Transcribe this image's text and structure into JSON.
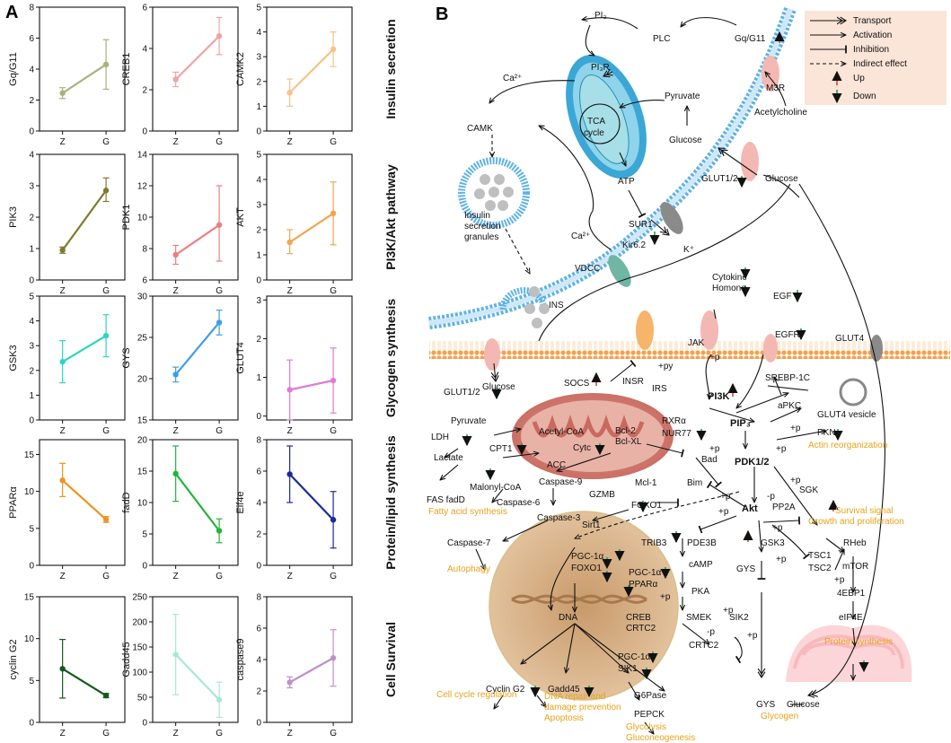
{
  "panel_a": {
    "letter": "A",
    "rows": [
      {
        "title": "Insulin secretion",
        "plots": [
          {
            "gene": "Gq/G11",
            "yticks": [
              "0",
              "2",
              "4",
              "6",
              "8"
            ],
            "ymin": 0,
            "ymax": 8,
            "z": {
              "m": 2.45,
              "lo": 2.1,
              "hi": 2.8
            },
            "g": {
              "m": 4.3,
              "lo": 2.7,
              "hi": 5.9
            },
            "color": "#aab17b"
          },
          {
            "gene": "CREB1",
            "yticks": [
              "0",
              "2",
              "4",
              "6"
            ],
            "ymin": 0,
            "ymax": 6,
            "z": {
              "m": 2.5,
              "lo": 2.15,
              "hi": 2.85
            },
            "g": {
              "m": 4.6,
              "lo": 3.7,
              "hi": 5.5
            },
            "color": "#f0a4a4"
          },
          {
            "gene": "CAMK2",
            "yticks": [
              "0",
              "1",
              "2",
              "3",
              "4",
              "5"
            ],
            "ymin": 0,
            "ymax": 5,
            "z": {
              "m": 1.55,
              "lo": 1.0,
              "hi": 2.1
            },
            "g": {
              "m": 3.3,
              "lo": 2.6,
              "hi": 4.0
            },
            "color": "#f5c38a"
          }
        ]
      },
      {
        "title": "PI3K/Akt pathway",
        "plots": [
          {
            "gene": "PIK3",
            "yticks": [
              "0",
              "1",
              "2",
              "3",
              "4"
            ],
            "ymin": 0,
            "ymax": 4,
            "z": {
              "m": 0.95,
              "lo": 0.85,
              "hi": 1.05
            },
            "g": {
              "m": 2.85,
              "lo": 2.5,
              "hi": 3.25
            },
            "color": "#7f7a2e"
          },
          {
            "gene": "PDK1",
            "yticks": [
              "6",
              "8",
              "10",
              "12",
              "14"
            ],
            "ymin": 6,
            "ymax": 14,
            "z": {
              "m": 7.6,
              "lo": 7.0,
              "hi": 8.2
            },
            "g": {
              "m": 9.5,
              "lo": 7.2,
              "hi": 12.0
            },
            "color": "#ec7f7f"
          },
          {
            "gene": "AKT",
            "yticks": [
              "0",
              "1",
              "2",
              "3",
              "4",
              "5"
            ],
            "ymin": 0,
            "ymax": 5,
            "z": {
              "m": 1.5,
              "lo": 1.05,
              "hi": 2.0
            },
            "g": {
              "m": 2.65,
              "lo": 1.4,
              "hi": 3.9
            },
            "color": "#f0a64f"
          }
        ]
      },
      {
        "title": "Glycogen synthesis",
        "plots": [
          {
            "gene": "GSK3",
            "yticks": [
              "0",
              "1",
              "2",
              "3",
              "4",
              "5"
            ],
            "ymin": 0,
            "ymax": 5,
            "z": {
              "m": 2.35,
              "lo": 1.5,
              "hi": 3.2
            },
            "g": {
              "m": 3.4,
              "lo": 2.55,
              "hi": 4.25
            },
            "color": "#2bd6bf"
          },
          {
            "gene": "GYS",
            "yticks": [
              "15",
              "20",
              "25",
              "30"
            ],
            "ymin": 15,
            "ymax": 30,
            "z": {
              "m": 20.5,
              "lo": 19.6,
              "hi": 21.4
            },
            "g": {
              "m": 26.8,
              "lo": 25.3,
              "hi": 28.3
            },
            "color": "#3f9ee0"
          },
          {
            "gene": "GLUT4",
            "yticks": [
              "0",
              "1",
              "2",
              "3"
            ],
            "ymin": -0.1,
            "ymax": 3.1,
            "z": {
              "m": 0.68,
              "lo": -0.1,
              "hi": 1.45
            },
            "g": {
              "m": 0.92,
              "lo": 0.08,
              "hi": 1.76
            },
            "color": "#e07bd4"
          }
        ]
      },
      {
        "title": "Protein/lipid synthesis",
        "plots": [
          {
            "gene": "PPARα",
            "yticks": [
              "0",
              "5",
              "10",
              "15"
            ],
            "ymin": 0,
            "ymax": 17,
            "z": {
              "m": 11.5,
              "lo": 9.3,
              "hi": 13.8
            },
            "g": {
              "m": 6.2,
              "lo": 5.8,
              "hi": 6.6
            },
            "color": "#f0921f"
          },
          {
            "gene": "fadD",
            "yticks": [
              "0",
              "5",
              "10",
              "15",
              "20"
            ],
            "ymin": 0,
            "ymax": 20,
            "z": {
              "m": 14.6,
              "lo": 10.2,
              "hi": 19.0
            },
            "g": {
              "m": 5.5,
              "lo": 3.6,
              "hi": 7.4
            },
            "color": "#22b53a"
          },
          {
            "gene": "Eif4e",
            "yticks": [
              "0",
              "2",
              "4",
              "6",
              "8"
            ],
            "ymin": 0,
            "ymax": 8,
            "z": {
              "m": 5.8,
              "lo": 4.0,
              "hi": 7.6
            },
            "g": {
              "m": 2.9,
              "lo": 1.1,
              "hi": 4.7
            },
            "color": "#1a2a9b"
          }
        ]
      },
      {
        "title": "Cell Survival",
        "plots": [
          {
            "gene": "cyclin G2",
            "yticks": [
              "0",
              "5",
              "10",
              "15"
            ],
            "ymin": 0,
            "ymax": 15,
            "z": {
              "m": 6.4,
              "lo": 2.9,
              "hi": 9.9
            },
            "g": {
              "m": 3.2,
              "lo": 2.95,
              "hi": 3.45
            },
            "color": "#145a1c"
          },
          {
            "gene": "Gadd45",
            "yticks": [
              "0",
              "50",
              "100",
              "150",
              "200",
              "250"
            ],
            "ymin": 0,
            "ymax": 250,
            "z": {
              "m": 135,
              "lo": 55,
              "hi": 215
            },
            "g": {
              "m": 45,
              "lo": 10,
              "hi": 80
            },
            "color": "#a8e8d4"
          },
          {
            "gene": "caspase9",
            "yticks": [
              "0",
              "2",
              "4",
              "6",
              "8"
            ],
            "ymin": 0,
            "ymax": 8,
            "z": {
              "m": 2.55,
              "lo": 2.2,
              "hi": 2.9
            },
            "g": {
              "m": 4.1,
              "lo": 2.3,
              "hi": 5.9
            },
            "color": "#c090c8"
          }
        ]
      }
    ],
    "xlabels": [
      "Z",
      "G"
    ]
  },
  "panel_b": {
    "letter": "B",
    "legend": {
      "transport": "Transport",
      "activation": "Activation",
      "inhibition": "Inhibition",
      "indirect": "Indirect effect",
      "up": "Up",
      "down": "Down"
    },
    "labels": {
      "pi3": "PI₃",
      "plc": "PLC",
      "gq": "Gq/G11",
      "pi3r": "PI₃R",
      "ca1": "Ca²⁺",
      "tca": "TCA",
      "cycle": "cycle",
      "pyruvate1": "Pyruvate",
      "m3r": "M3R",
      "acetylcholine": "Acetylcholine",
      "camk": "CAMK",
      "glucose1": "Glucose",
      "glut12a": "GLUT1/2",
      "glucose2": "Glucose",
      "atp": "ATP",
      "sur1": "SUR1",
      "kir": "Kir6.2",
      "k": "K⁺",
      "ca2": "Ca²⁺",
      "vdcc": "VDCC",
      "isg1": "Insulin",
      "isg2": "secretion",
      "isg3": "granules",
      "ins": "INS",
      "cytokine": "Cytokine",
      "homone": "Homone",
      "egf": "EGF",
      "jak": "JAK",
      "egfr": "EGFR",
      "glut4": "GLUT4",
      "glut12b": "GLUT1/2",
      "glucose3": "Glucose",
      "socs": "SOCS",
      "insr": "INSR",
      "py": "+py",
      "p": "+p",
      "irs": "IRS",
      "pi3k": "PI3K",
      "srebp": "SREBP-1C",
      "apkc": "aPKC",
      "glut4v": "GLUT4 vesicle",
      "pyruvate2": "Pyruvate",
      "ldh": "LDH",
      "lactate": "Lactate",
      "acoa": "Acetyl-CoA",
      "cpt1": "CPT1",
      "acc": "ACC",
      "malonyl": "Malonyl-CoA",
      "cytc": "Cytc",
      "bcl2": "Bcl-2",
      "bclxl": "Bcl-XL",
      "rxra": "RXRα",
      "nur77": "NUR77",
      "pip3": "PIP₃",
      "pkn": "PKN",
      "actin": "Actin reorganization",
      "pdk12": "PDK1/2",
      "bad": "Bad",
      "fas": "FAS fadD",
      "fatty": "Fatty acid synthesis",
      "casp6": "Caspase-6",
      "casp9": "Caspase-9",
      "casp3": "Caspase-3",
      "casp7": "Caspase-7",
      "autophagy": "Autophagy",
      "gzmb": "GZMB",
      "mcl1": "Mcl-1",
      "bim": "Bim",
      "foxo1": "FOXO1",
      "akt": "Akt",
      "pp2a": "PP2A",
      "sgk": "SGK",
      "survival": "Survival signal",
      "growth": "Growth and proliferation",
      "sirt1": "Sirt1",
      "trib3": "TRIB3",
      "pde3b": "PDE3B",
      "gsk3": "GSK3",
      "tsc1": "TSC1",
      "tsc2": "TSC2",
      "rheb": "RHeb",
      "camp": "cAMP",
      "mtor": "mTOR",
      "ebp1": "4EBP1",
      "eif4e": "eIF4E",
      "protsyn": "Protein synthesis",
      "pgc1": "PGC-1α",
      "foxo1n": "FOXO1",
      "pgc2": "PGC-1α",
      "ppara": "PPARα",
      "pka": "PKA",
      "smek": "SMEK",
      "sik2": "SIK2",
      "dna": "DNA",
      "creb": "CREB",
      "crtc2": "CRTC2",
      "crtc2b": "CRTC2",
      "pgc3": "PGC-1α",
      "sik1": "SIK1",
      "cycling2": "Cyclin G2",
      "gadd45": "Gadd45",
      "g6pase": "G6Pase",
      "pepck": "PEPCK",
      "gys1": "GYS",
      "gys2": "GYS",
      "glucose4": "Glucose",
      "glycogen": "Glycogen",
      "cellcycle": "Cell cycle regulation",
      "dnarep1": "DNA repair and",
      "dnarep2": "damage prevention",
      "apoptosis": "Apoptosis",
      "glycolysis": "Glycolysis",
      "gluconeo": "Gluconeogenesis",
      "mp": "-p",
      "minusp": "-p"
    }
  }
}
